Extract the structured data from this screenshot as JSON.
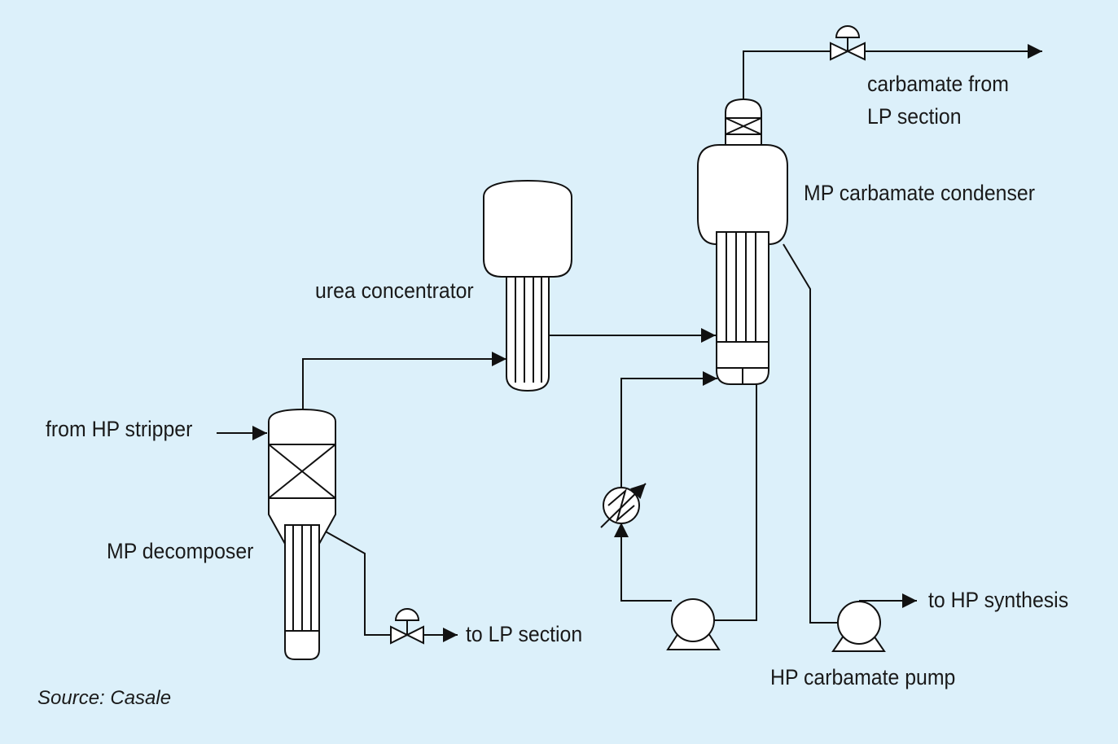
{
  "labels": {
    "from_hp_stripper": "from HP stripper",
    "mp_decomposer": "MP decomposer",
    "urea_concentrator": "urea concentrator",
    "to_lp_section": "to LP section",
    "mp_carbamate_condenser": "MP carbamate condenser",
    "carbamate_from_line1": "carbamate from",
    "carbamate_from_line2": "LP section",
    "to_hp_synthesis": "to HP synthesis",
    "hp_carbamate_pump": "HP carbamate pump"
  },
  "source": "Source: Casale",
  "colors": {
    "background": "#dcf0fa",
    "stroke": "#111111",
    "equipment_fill": "#ffffff"
  }
}
